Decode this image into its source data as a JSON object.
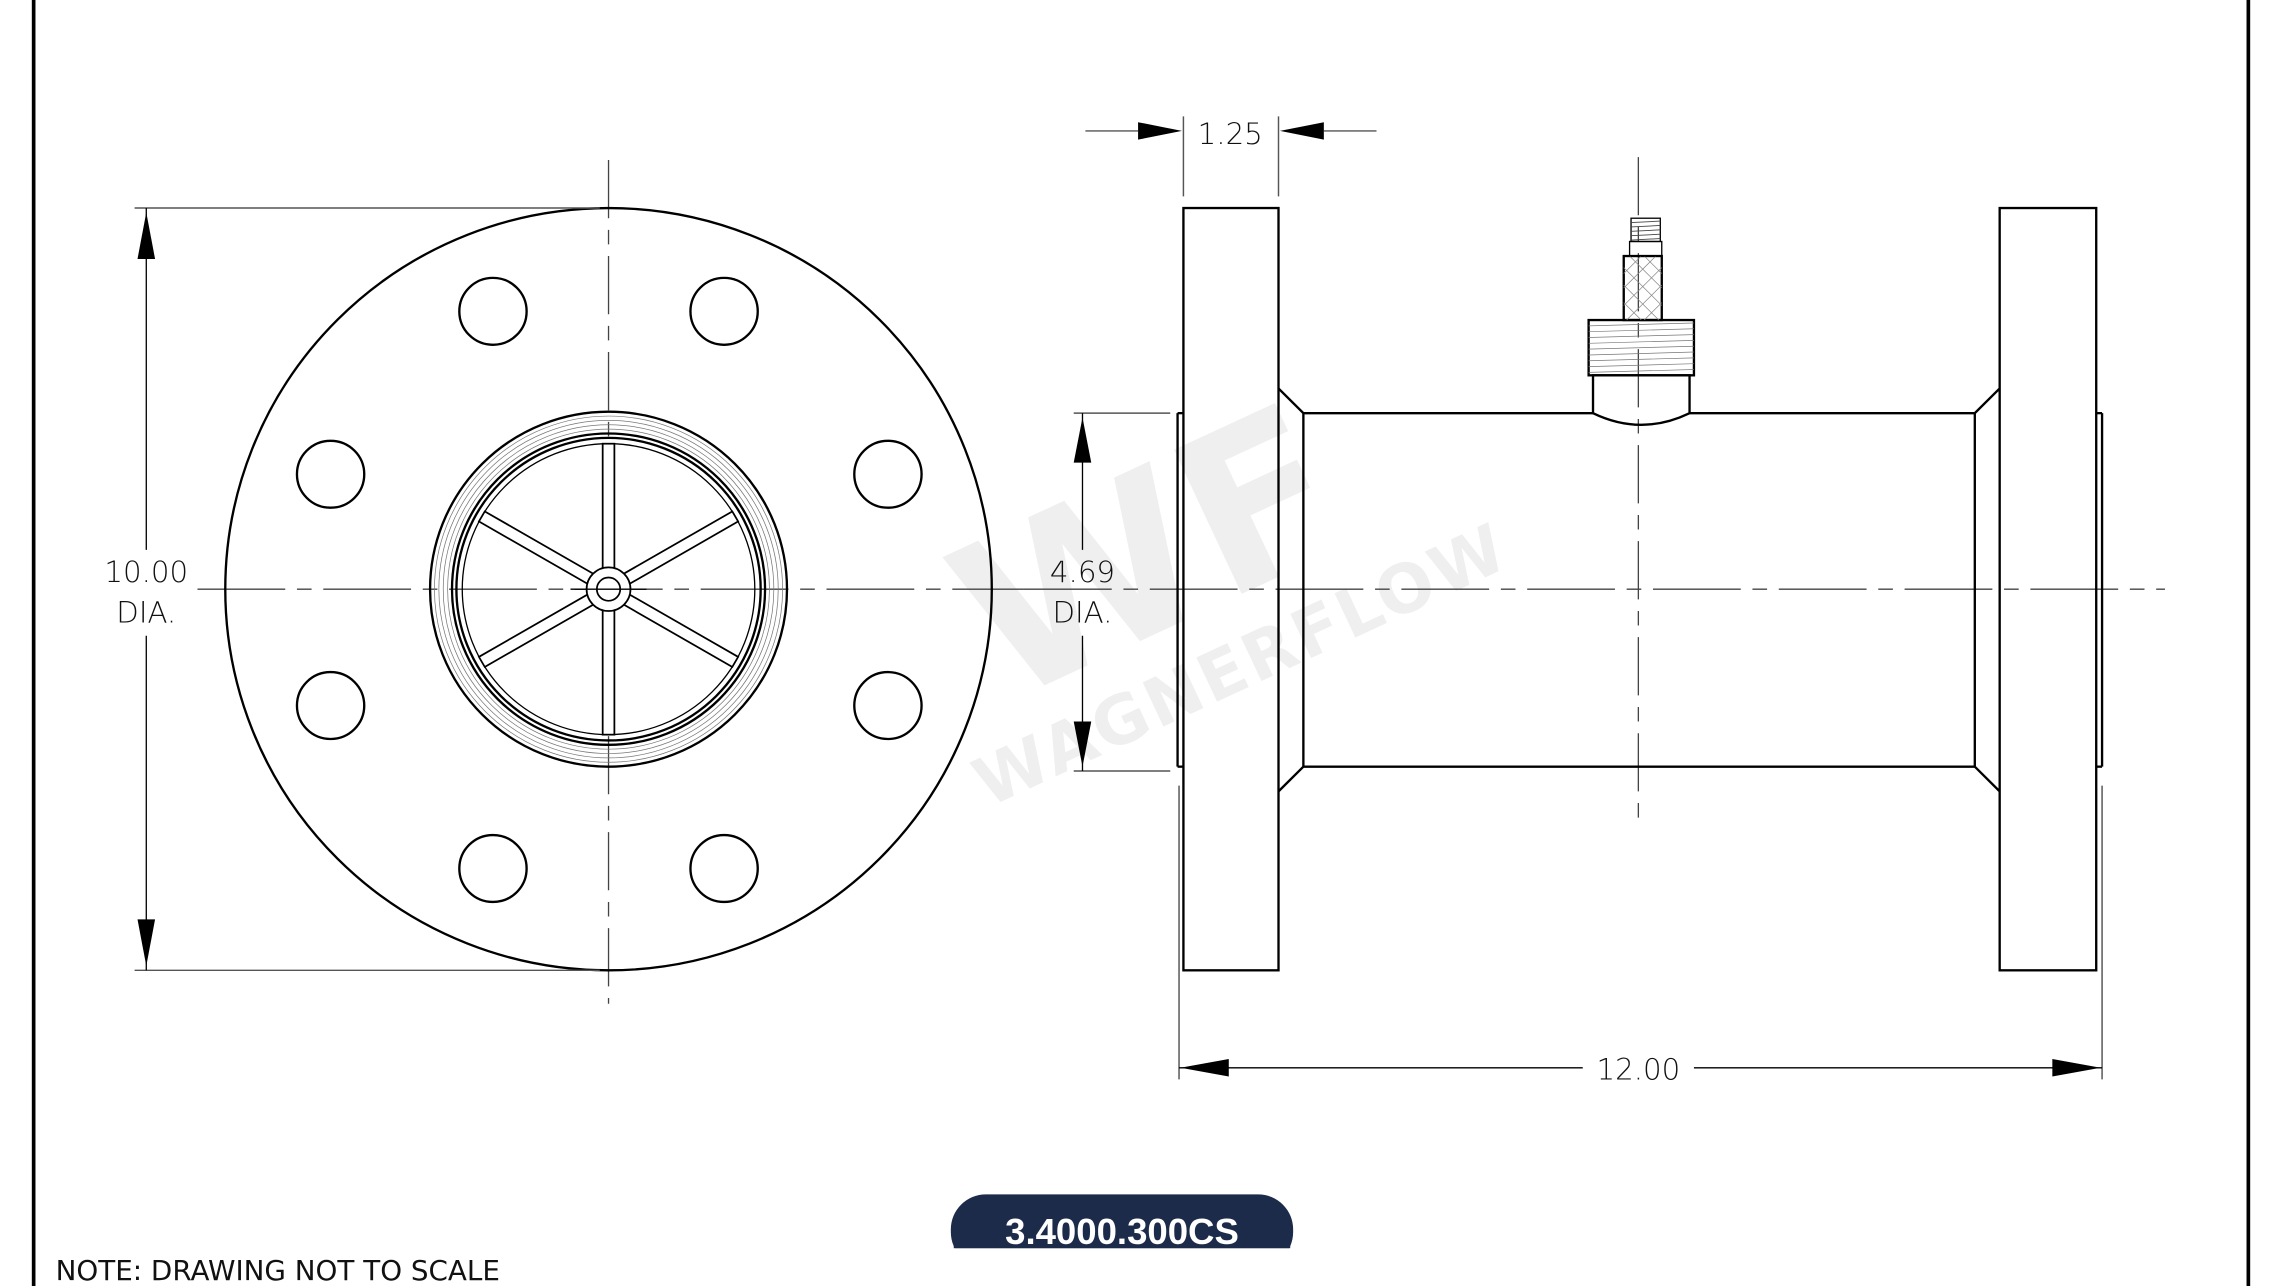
{
  "drawing": {
    "part_number": "3.4000.300CS",
    "note": "NOTE: DRAWING NOT TO SCALE",
    "watermark": {
      "logo": "WF",
      "brand": "WAGNERFLOW"
    },
    "dimensions": {
      "flange_diameter": {
        "value": "10.00",
        "suffix": "DIA."
      },
      "bore_diameter": {
        "value": "4.69",
        "suffix": "DIA."
      },
      "flange_thickness": {
        "value": "1.25"
      },
      "overall_length": {
        "value": "12.00"
      }
    },
    "views": {
      "front": {
        "bolt_holes": 8,
        "rotor_blades": 6
      },
      "side": {
        "sensor": "magnetic pickup"
      }
    },
    "colors": {
      "badge_bg": "#1d2b4a",
      "badge_text": "#ffffff",
      "line": "#000000",
      "watermark": "#efefef"
    }
  }
}
